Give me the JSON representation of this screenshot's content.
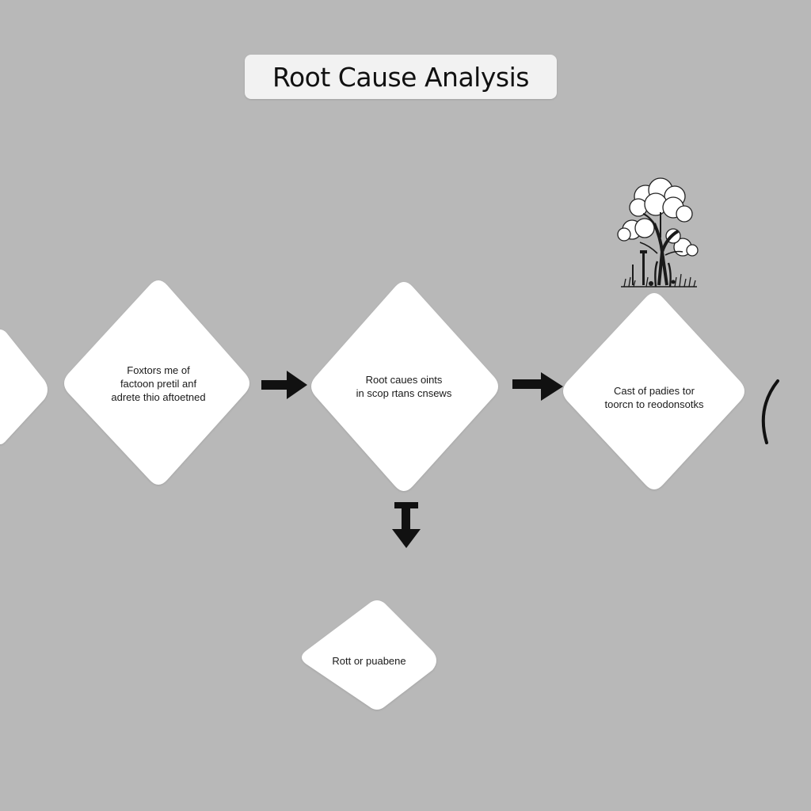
{
  "title": "Root Cause Analysis",
  "nodes": [
    {
      "lines": [
        "Foxtors me of",
        "factoon pretil anf",
        "adrete thio aftoetned"
      ]
    },
    {
      "lines": [
        "Root caues oints",
        "in scop rtans cnsews"
      ]
    },
    {
      "lines": [
        "Cast of padies tor",
        "toorcn to reodonsotks"
      ]
    },
    {
      "lines": [
        "Rott or puabene"
      ]
    }
  ],
  "tree_icon": "tree-illustration",
  "colors": {
    "background": "#b8b8b8",
    "node_fill": "#ffffff",
    "arrow": "#111111",
    "title_box": "#f2f2f2"
  }
}
